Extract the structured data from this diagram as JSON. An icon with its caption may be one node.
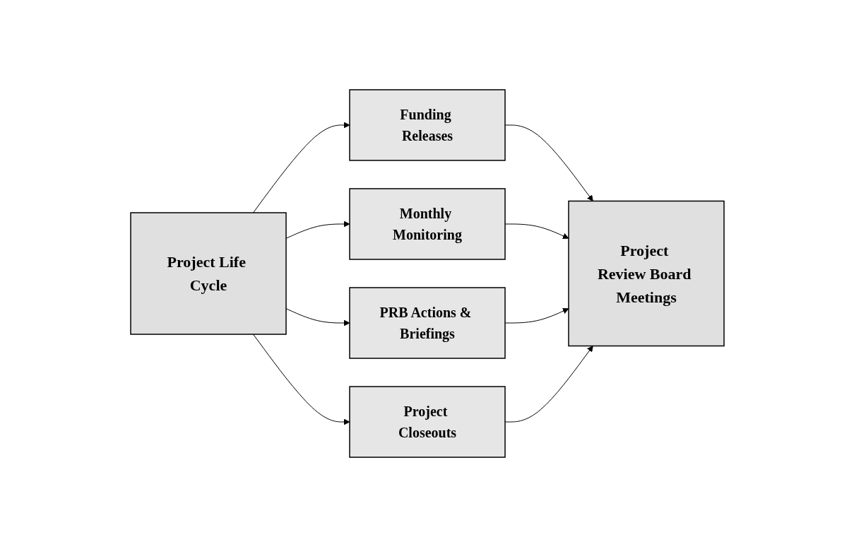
{
  "diagram": {
    "nodes": [
      {
        "text": [
          "Project Life Cycle"
        ]
      },
      {
        "text": [
          "Funding Releases"
        ]
      },
      {
        "text": [
          "Monthly Monitoring"
        ]
      },
      {
        "text": [
          "PRB Actions & Briefings"
        ]
      },
      {
        "text": [
          "Project Closeouts"
        ]
      },
      {
        "text": [
          "Project Review Board Meetings"
        ]
      }
    ],
    "edges": [
      {
        "from": 0,
        "to": 1,
        "arrow": "to"
      },
      {
        "from": 0,
        "to": 2,
        "arrow": "to"
      },
      {
        "from": 0,
        "to": 3,
        "arrow": "to"
      },
      {
        "from": 0,
        "to": 4,
        "arrow": "to"
      },
      {
        "from": 1,
        "to": 5,
        "arrow": "to"
      },
      {
        "from": 2,
        "to": 5,
        "arrow": "to"
      },
      {
        "from": 3,
        "to": 5,
        "arrow": "to"
      },
      {
        "from": 4,
        "to": 5,
        "arrow": "to"
      }
    ]
  }
}
